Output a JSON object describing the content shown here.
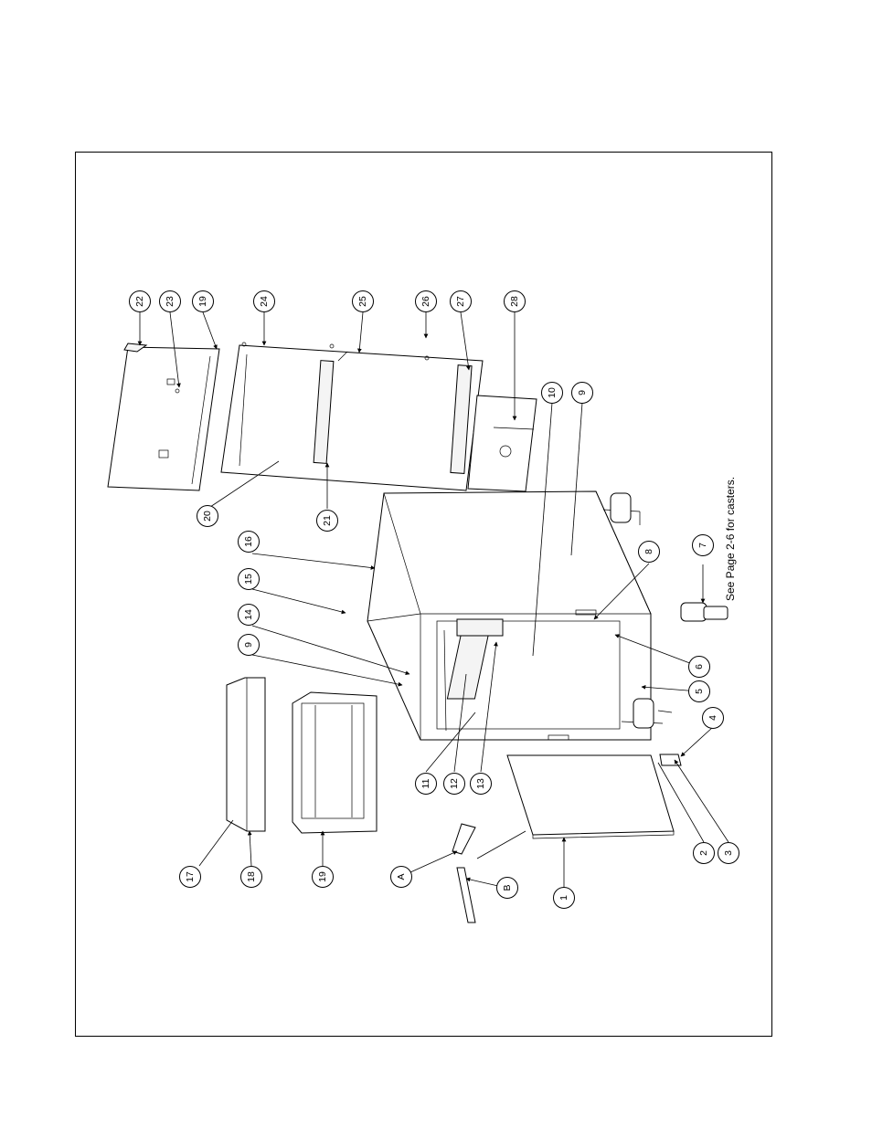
{
  "diagram": {
    "callouts": [
      "1",
      "2",
      "3",
      "4",
      "5",
      "6",
      "7",
      "8",
      "9",
      "9",
      "10",
      "11",
      "12",
      "13",
      "14",
      "15",
      "16",
      "17",
      "18",
      "19",
      "19",
      "20",
      "21",
      "22",
      "23",
      "24",
      "25",
      "26",
      "27",
      "28",
      "A",
      "B"
    ],
    "note": "See Page 2-6 for casters."
  }
}
